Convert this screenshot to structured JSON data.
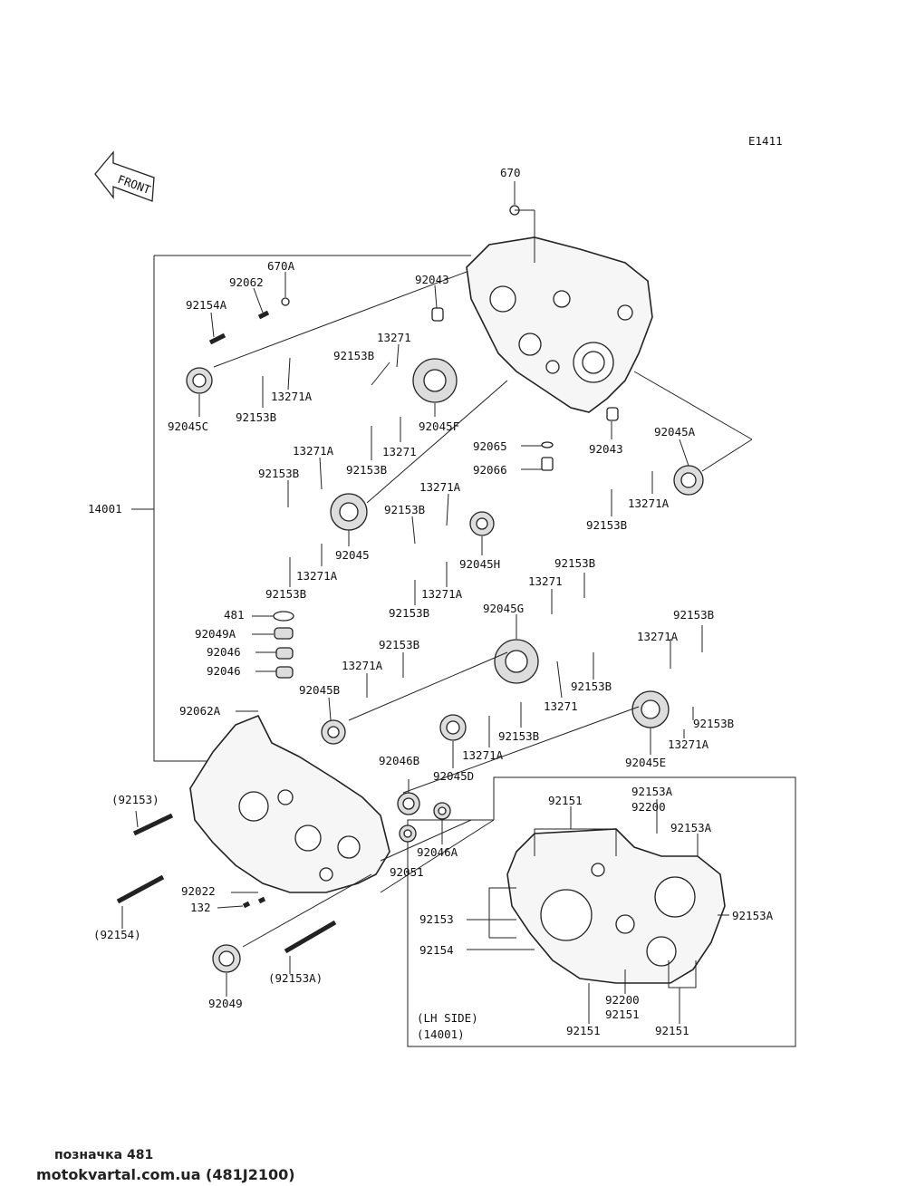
{
  "diagram_code": "E1411",
  "front_label": "FRONT",
  "box_label_1": "(LH SIDE)",
  "box_label_2": "(14001)",
  "footer": {
    "line1": "позначка 481",
    "line2": "motokvartal.com.ua (481J2100)"
  },
  "parts": [
    {
      "id": "p670",
      "text": "670"
    },
    {
      "id": "p670A",
      "text": "670A"
    },
    {
      "id": "p92062",
      "text": "92062"
    },
    {
      "id": "p92154A",
      "text": "92154A"
    },
    {
      "id": "p92043a",
      "text": "92043"
    },
    {
      "id": "p13271a",
      "text": "13271"
    },
    {
      "id": "p92153Ba",
      "text": "92153B"
    },
    {
      "id": "p13271Aa",
      "text": "13271A"
    },
    {
      "id": "p92045C",
      "text": "92045C"
    },
    {
      "id": "p92153Bb",
      "text": "92153B"
    },
    {
      "id": "p92045F",
      "text": "92045F"
    },
    {
      "id": "p13271b",
      "text": "13271"
    },
    {
      "id": "p92153Bc",
      "text": "92153B"
    },
    {
      "id": "p92065",
      "text": "92065"
    },
    {
      "id": "p92043b",
      "text": "92043"
    },
    {
      "id": "p92045A",
      "text": "92045A"
    },
    {
      "id": "p92066",
      "text": "92066"
    },
    {
      "id": "p13271Ab",
      "text": "13271A"
    },
    {
      "id": "p92153Bd",
      "text": "92153B"
    },
    {
      "id": "p13271Ac",
      "text": "13271A"
    },
    {
      "id": "p92153Be",
      "text": "92153B"
    },
    {
      "id": "p14001",
      "text": "14001"
    },
    {
      "id": "p92045",
      "text": "92045"
    },
    {
      "id": "p13271Ad",
      "text": "13271A"
    },
    {
      "id": "p92153Bf",
      "text": "92153B"
    },
    {
      "id": "p92045H",
      "text": "92045H"
    },
    {
      "id": "p13271Ae",
      "text": "13271A"
    },
    {
      "id": "p92153Bg",
      "text": "92153B"
    },
    {
      "id": "p13271Af",
      "text": "13271A"
    },
    {
      "id": "p92153Bh",
      "text": "92153B"
    },
    {
      "id": "p92153Bi",
      "text": "92153B"
    },
    {
      "id": "p13271c",
      "text": "13271"
    },
    {
      "id": "p481",
      "text": "481"
    },
    {
      "id": "p92049A",
      "text": "92049A"
    },
    {
      "id": "p92046a",
      "text": "92046"
    },
    {
      "id": "p92046b",
      "text": "92046"
    },
    {
      "id": "p92045G",
      "text": "92045G"
    },
    {
      "id": "p92153Bj",
      "text": "92153B"
    },
    {
      "id": "p13271Ag",
      "text": "13271A"
    },
    {
      "id": "p92153Bk",
      "text": "92153B"
    },
    {
      "id": "p13271Ah",
      "text": "13271A"
    },
    {
      "id": "p92153Bl",
      "text": "92153B"
    },
    {
      "id": "p13271d",
      "text": "13271"
    },
    {
      "id": "p92045B",
      "text": "92045B"
    },
    {
      "id": "p92153Bm",
      "text": "92153B"
    },
    {
      "id": "p92153Bn",
      "text": "92153B"
    },
    {
      "id": "p92062A",
      "text": "92062A"
    },
    {
      "id": "p13271Ai",
      "text": "13271A"
    },
    {
      "id": "p13271Aj",
      "text": "13271A"
    },
    {
      "id": "p92045E",
      "text": "92045E"
    },
    {
      "id": "p92046B",
      "text": "92046B"
    },
    {
      "id": "p92045D",
      "text": "92045D"
    },
    {
      "id": "p92153paren",
      "text": "(92153)"
    },
    {
      "id": "p92151a",
      "text": "92151"
    },
    {
      "id": "p92153Aa",
      "text": "92153A"
    },
    {
      "id": "p92200a",
      "text": "92200"
    },
    {
      "id": "p92153Ab",
      "text": "92153A"
    },
    {
      "id": "p92046A",
      "text": "92046A"
    },
    {
      "id": "p92051",
      "text": "92051"
    },
    {
      "id": "p92022",
      "text": "92022"
    },
    {
      "id": "p132",
      "text": "132"
    },
    {
      "id": "p92153",
      "text": "92153"
    },
    {
      "id": "p92153Ac",
      "text": "92153A"
    },
    {
      "id": "p92154paren",
      "text": "(92154)"
    },
    {
      "id": "p92154",
      "text": "92154"
    },
    {
      "id": "p92153Aparen",
      "text": "(92153A)"
    },
    {
      "id": "p92049",
      "text": "92049"
    },
    {
      "id": "p92200b",
      "text": "92200"
    },
    {
      "id": "p92151b",
      "text": "92151"
    },
    {
      "id": "p92151c",
      "text": "92151"
    },
    {
      "id": "p92151d",
      "text": "92151"
    }
  ]
}
